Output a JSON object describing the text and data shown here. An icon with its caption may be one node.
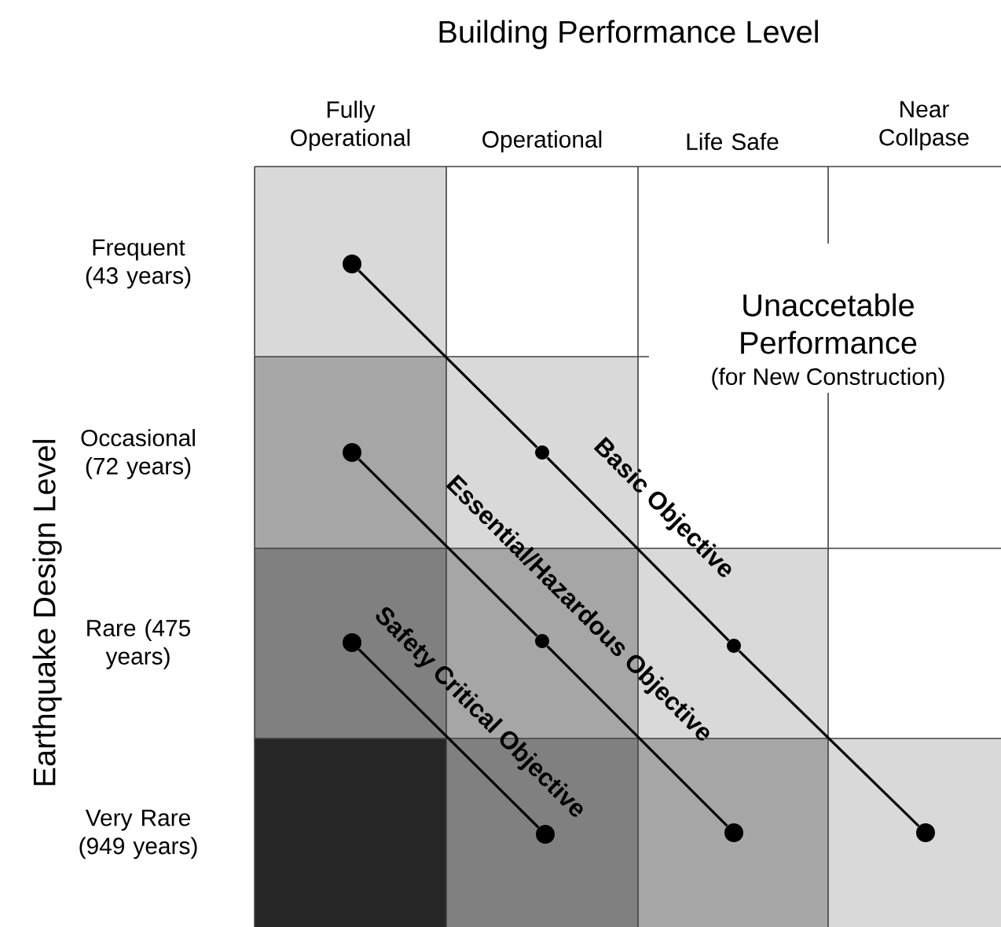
{
  "diagram": {
    "title": "Building Performance Level",
    "nodes": [
      {
        "text": [],
        "shape": "circle"
      },
      {
        "text": [],
        "shape": "circle"
      },
      {
        "text": [],
        "shape": "circle"
      },
      {
        "text": [],
        "shape": "circle"
      },
      {
        "text": [],
        "shape": "circle"
      },
      {
        "text": [],
        "shape": "circle"
      },
      {
        "text": [],
        "shape": "circle"
      },
      {
        "text": [],
        "shape": "circle"
      },
      {
        "text": [],
        "shape": "circle"
      }
    ],
    "edges": [
      {
        "from": 0,
        "to": 2,
        "arrow": "none"
      },
      {
        "from": 2,
        "to": 5,
        "arrow": "none"
      },
      {
        "from": 5,
        "to": 8,
        "arrow": "none"
      },
      {
        "from": 1,
        "to": 4,
        "arrow": "none"
      },
      {
        "from": 4,
        "to": 7,
        "arrow": "none"
      },
      {
        "from": 3,
        "to": 6,
        "arrow": "none"
      }
    ],
    "labels": [
      "Fully Operational",
      "Operational",
      "Life Safe",
      "Near Collpase",
      "Earthquake Design Level",
      "Frequent (43 years)",
      "Occasional (72 years)",
      "Rare (475 years)",
      "Very Rare (949 years)",
      "Unaccetable Performance",
      "(for New Construction)",
      "Basic Objective",
      "Essential/Hazardous Objective",
      "Safety Critical Objective"
    ]
  }
}
